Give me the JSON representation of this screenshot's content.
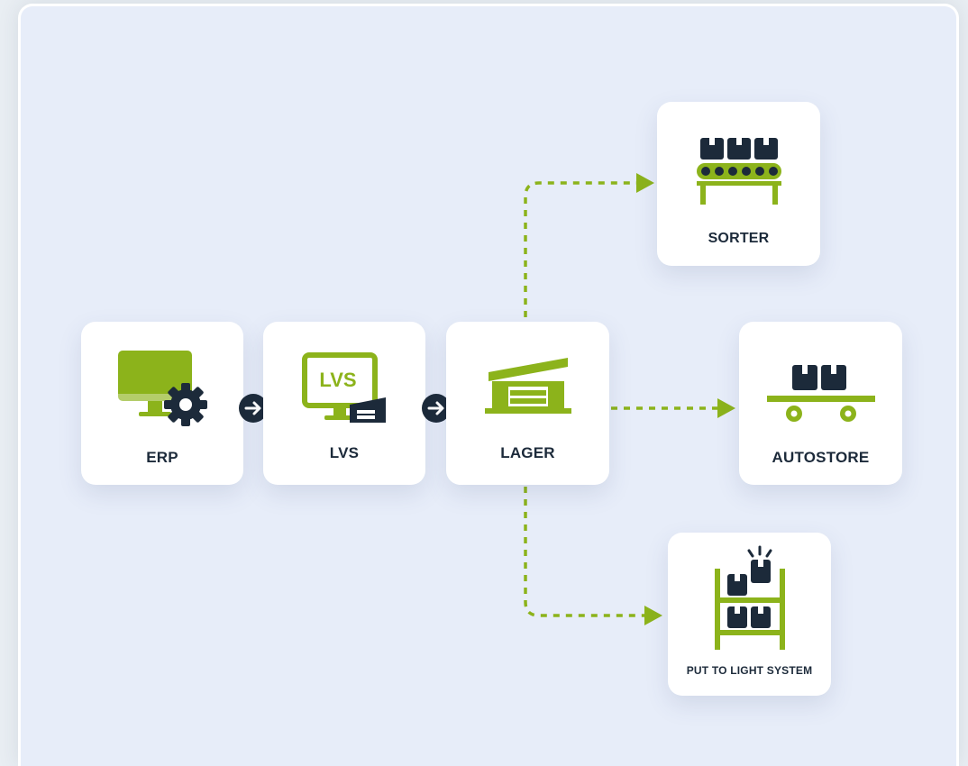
{
  "colors": {
    "accent_green": "#8cb31b",
    "navy": "#1c2a3a",
    "background": "#e7edf9",
    "card": "#ffffff"
  },
  "nodes": {
    "erp": {
      "label": "ERP",
      "icon": "monitor-gear-icon"
    },
    "lvs": {
      "label": "LVS",
      "icon": "lvs-monitor-icon",
      "screen_text": "LVS"
    },
    "lager": {
      "label": "LAGER",
      "icon": "warehouse-icon"
    },
    "sorter": {
      "label": "SORTER",
      "icon": "conveyor-sorter-icon"
    },
    "autostore": {
      "label": "AUTOSTORE",
      "icon": "cart-boxes-icon"
    },
    "ptl": {
      "label": "PUT TO LIGHT SYSTEM",
      "icon": "shelf-light-icon"
    }
  },
  "flow": [
    {
      "from": "erp",
      "to": "lvs",
      "style": "solid-arrow-dot"
    },
    {
      "from": "lvs",
      "to": "lager",
      "style": "solid-arrow-dot"
    },
    {
      "from": "lager",
      "to": "sorter",
      "style": "dotted"
    },
    {
      "from": "lager",
      "to": "autostore",
      "style": "dotted"
    },
    {
      "from": "lager",
      "to": "ptl",
      "style": "dotted"
    }
  ]
}
